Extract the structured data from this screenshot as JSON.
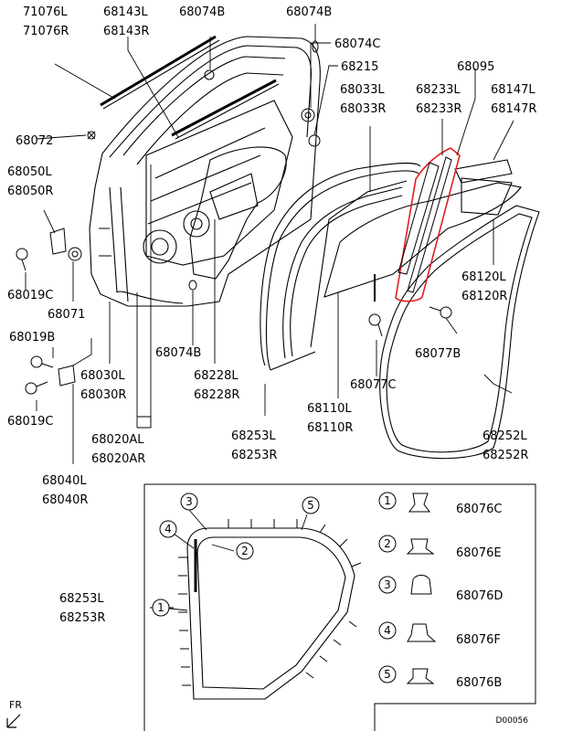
{
  "labels": [
    {
      "id": "p71076",
      "l": "71076L",
      "r": "71076R"
    },
    {
      "id": "p68143",
      "l": "68143L",
      "r": "68143R"
    },
    {
      "id": "p68074b_top",
      "l": "68074B"
    },
    {
      "id": "p68074b_top2",
      "l": "68074B"
    },
    {
      "id": "p68074c",
      "l": "68074C"
    },
    {
      "id": "p68215",
      "l": "68215"
    },
    {
      "id": "p68095",
      "l": "68095"
    },
    {
      "id": "p68033",
      "l": "68033L",
      "r": "68033R"
    },
    {
      "id": "p68233",
      "l": "68233L",
      "r": "68233R"
    },
    {
      "id": "p68147",
      "l": "68147L",
      "r": "68147R"
    },
    {
      "id": "p68072",
      "l": "68072"
    },
    {
      "id": "p68050",
      "l": "68050L",
      "r": "68050R"
    },
    {
      "id": "p68019c_a",
      "l": "68019C"
    },
    {
      "id": "p68071",
      "l": "68071"
    },
    {
      "id": "p68019b",
      "l": "68019B"
    },
    {
      "id": "p68019c_b",
      "l": "68019C"
    },
    {
      "id": "p68030",
      "l": "68030L",
      "r": "68030R"
    },
    {
      "id": "p68074b_mid",
      "l": "68074B"
    },
    {
      "id": "p68228",
      "l": "68228L",
      "r": "68228R"
    },
    {
      "id": "p68120",
      "l": "68120L",
      "r": "68120R"
    },
    {
      "id": "p68077b",
      "l": "68077B"
    },
    {
      "id": "p68077c",
      "l": "68077C"
    },
    {
      "id": "p68110",
      "l": "68110L",
      "r": "68110R"
    },
    {
      "id": "p68253a",
      "l": "68253L",
      "r": "68253R"
    },
    {
      "id": "p68252",
      "l": "68252L",
      "r": "68252R"
    },
    {
      "id": "p68020",
      "l": "68020AL",
      "r": "68020AR"
    },
    {
      "id": "p68040",
      "l": "68040L",
      "r": "68040R"
    },
    {
      "id": "p68253b",
      "l": "68253L",
      "r": "68253R"
    }
  ],
  "callouts": [
    "1",
    "2",
    "3",
    "4",
    "5"
  ],
  "legend": [
    {
      "num": "1",
      "part": "68076C"
    },
    {
      "num": "2",
      "part": "68076E"
    },
    {
      "num": "3",
      "part": "68076D"
    },
    {
      "num": "4",
      "part": "68076F"
    },
    {
      "num": "5",
      "part": "68076B"
    }
  ],
  "diagram_code": "D00056",
  "direction_label": "FR",
  "highlight_color": "#e02020"
}
